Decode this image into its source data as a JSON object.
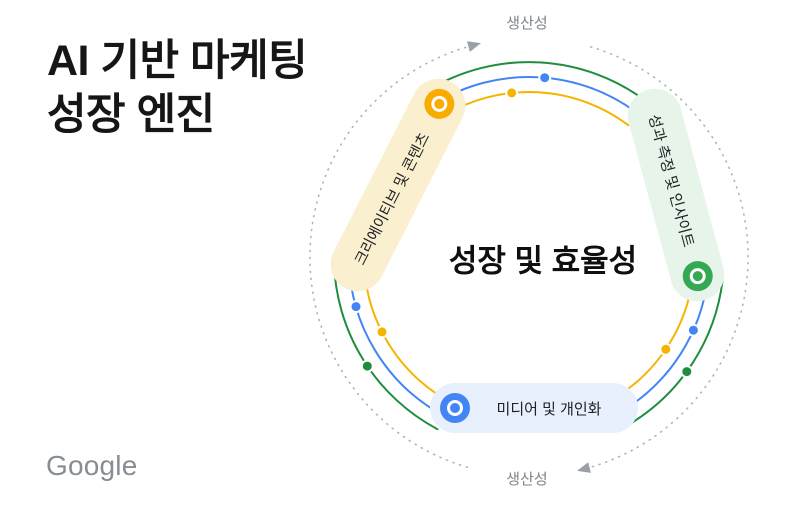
{
  "title": {
    "lines": [
      "AI 기반 마케팅",
      "성장 엔진"
    ]
  },
  "logo": {
    "text": "Google"
  },
  "diagram": {
    "center_label": "성장 및 효율성",
    "axis_labels": {
      "top": "생산성",
      "bottom": "생산성"
    },
    "nodes": [
      {
        "id": "creative-content",
        "label": "크리에이티브 및 콘텐츠",
        "position": "top-left",
        "marker_color": "#F9AB00",
        "pill_bg": "#FAF0D0"
      },
      {
        "id": "measurement-insight",
        "label": "성과 측정 및 인사이트",
        "position": "right",
        "marker_color": "#34A853",
        "pill_bg": "#E6F4EA"
      },
      {
        "id": "media-personalization",
        "label": "미디어 및 개인화",
        "position": "bottom",
        "marker_color": "#4285F4",
        "pill_bg": "#E8F0FE"
      }
    ],
    "rings": {
      "green": "#1E8E3E",
      "blue": "#4285F4",
      "yellow": "#F4B400"
    },
    "dotted_circle_color": "#AEB4BA",
    "arrow_color": "#9AA0A6",
    "cycle_direction": "clockwise"
  }
}
